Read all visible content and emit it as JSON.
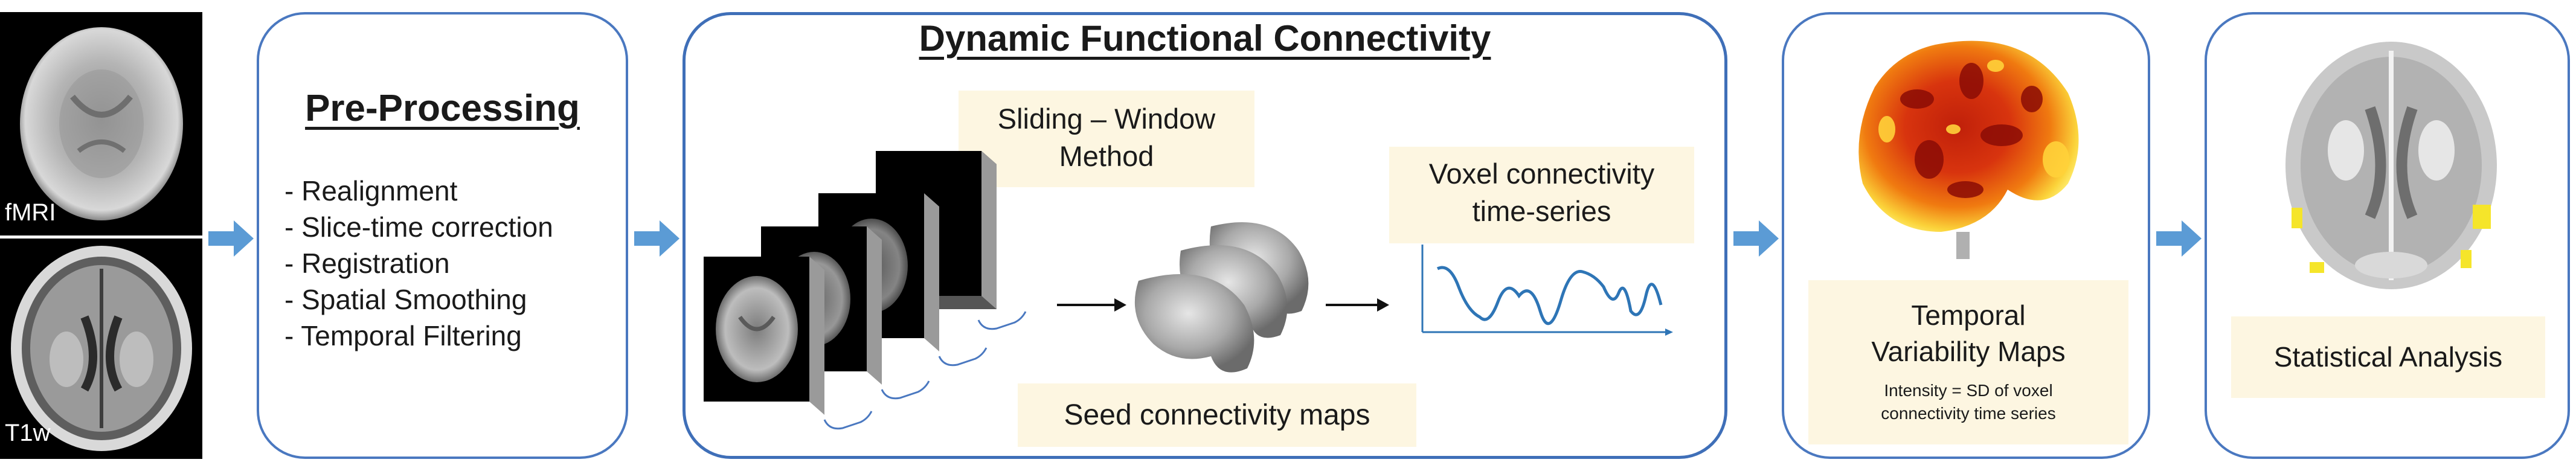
{
  "images": {
    "fmri_label": "fMRI",
    "t1w_label": "T1w"
  },
  "preprocessing": {
    "title": "Pre-Processing",
    "steps": [
      "- Realignment",
      "- Slice-time correction",
      "- Registration",
      "- Spatial Smoothing",
      "- Temporal Filtering"
    ]
  },
  "dfc": {
    "title": "Dynamic Functional Connectivity",
    "sliding_window_line1": "Sliding – Window",
    "sliding_window_line2": "Method",
    "voxel_ts_line1": "Voxel connectivity",
    "voxel_ts_line2": "time-series",
    "seed_maps": "Seed connectivity maps"
  },
  "temporal": {
    "title_line1": "Temporal",
    "title_line2": "Variability Maps",
    "note_line1": "Intensity = SD of voxel",
    "note_line2": "connectivity time series"
  },
  "stats": {
    "label": "Statistical Analysis"
  },
  "colors": {
    "panel_border": "#4a78c0",
    "arrow": "#5b9bd5",
    "label_bg": "#fdf6e1",
    "timeseries_line": "#2e75b6"
  }
}
